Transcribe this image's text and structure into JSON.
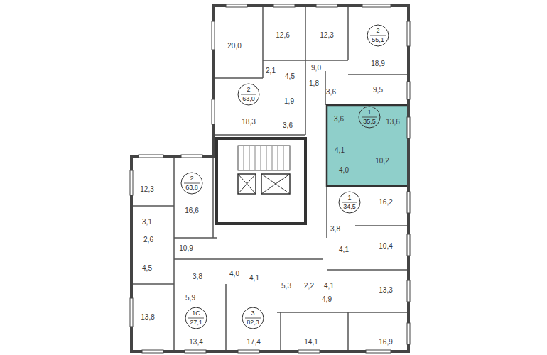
{
  "diagram": {
    "nodes": [
      {
        "text": [
          "2",
          "55,1"
        ]
      },
      {
        "text": [
          "2",
          "63,0"
        ]
      },
      {
        "text": [
          "1",
          "35,5"
        ]
      },
      {
        "text": [
          "2",
          "63,8"
        ]
      },
      {
        "text": [
          "1",
          "34,5"
        ]
      },
      {
        "text": [
          "1С",
          "27,1"
        ]
      },
      {
        "text": [
          "3",
          "82,3"
        ]
      }
    ],
    "labels": [
      "20,0",
      "12,6",
      "12,3",
      "18,9",
      "2,1",
      "4,5",
      "9,0",
      "1,8",
      "3,6",
      "9,5",
      "1,9",
      "18,3",
      "3,6",
      "3,6",
      "13,6",
      "4,1",
      "10,2",
      "4,0",
      "12,3",
      "16,6",
      "16,2",
      "3,1",
      "2,6",
      "10,9",
      "3,8",
      "4,1",
      "10,4",
      "4,5",
      "3,8",
      "4,0",
      "4,1",
      "5,3",
      "2,2",
      "4,1",
      "13,3",
      "5,9",
      "4,9",
      "13,8",
      "17,4",
      "14,1",
      "16,9",
      "13,4"
    ]
  }
}
